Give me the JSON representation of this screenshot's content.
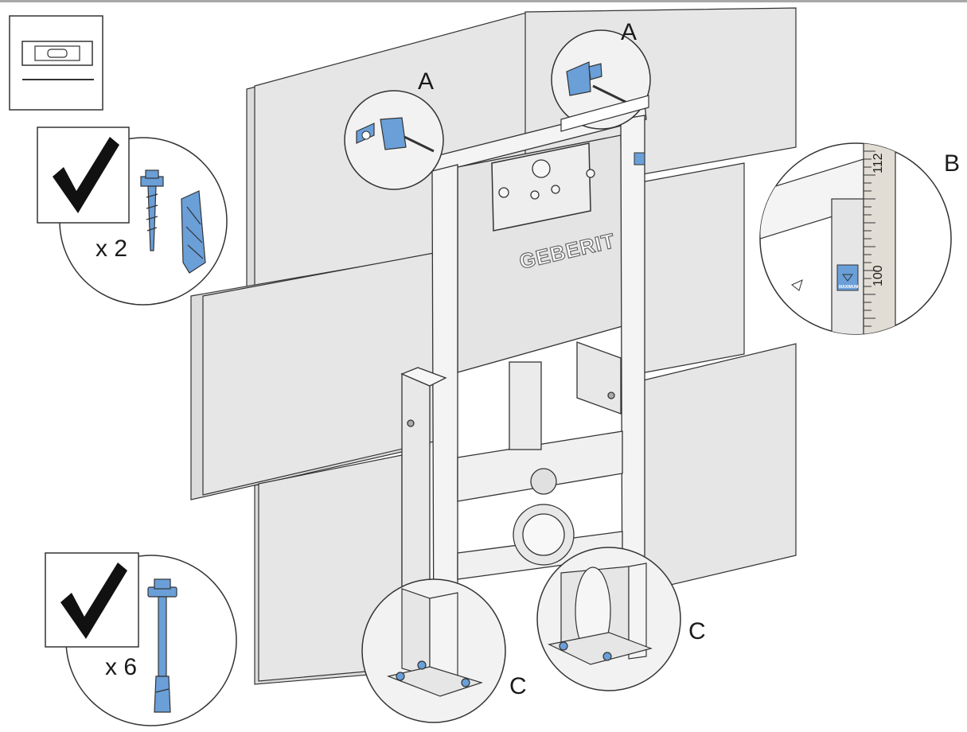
{
  "callouts": {
    "a_left": "A",
    "a_right": "A",
    "b": "B",
    "c_left": "C",
    "c_right": "C"
  },
  "quantities": {
    "screws": "x 2",
    "anchors": "x 6"
  },
  "brand": "GEBERIT",
  "ruler": {
    "label_top": "112",
    "label_bottom": "100"
  },
  "marker_label": "MAXIMUM",
  "colors": {
    "panel": "#e6e6e6",
    "frame": "#f4f4f4",
    "metal": "#dcdcdc",
    "blue": "#6a9fd8",
    "outline": "#333333"
  },
  "icons": [
    "spirit-level-icon",
    "checkmark-icon",
    "hex-screw-icon",
    "wall-plug-icon",
    "anchor-bolt-icon"
  ]
}
